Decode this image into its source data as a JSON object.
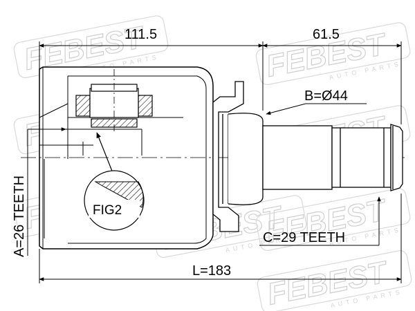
{
  "dimensions": {
    "length_a": "111.5",
    "length_b": "61.5",
    "total_length": "L=183",
    "diameter": "B=Ø44",
    "inner_teeth": "A=26 TEETH",
    "outer_teeth": "C=29 TEETH"
  },
  "detail_label": "FIG2",
  "watermark": {
    "brand": "FEBEST",
    "tagline": "AUTO PARTS"
  }
}
